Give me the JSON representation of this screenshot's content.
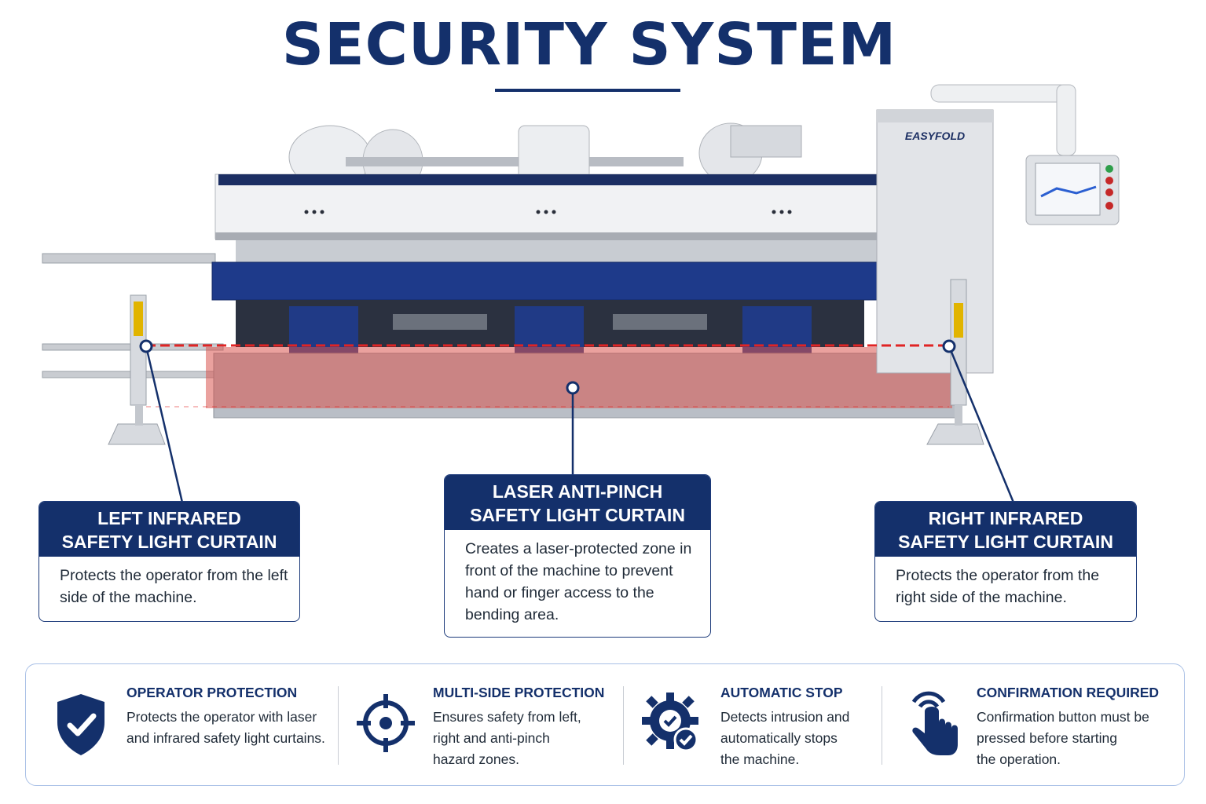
{
  "title": "SECURITY SYSTEM",
  "brand_label": "EASYFOLD",
  "colors": {
    "navy": "#14306b",
    "machine_blue": "#1e3a8a",
    "laser_red": "#e02424",
    "zone_red": "#d9534f",
    "border_light": "#a9c0e6"
  },
  "callouts": {
    "left": {
      "heading": "LEFT INFRARED\nSAFETY LIGHT CURTAIN",
      "body": "Protects the operator from the left side of the machine."
    },
    "center": {
      "heading": "LASER ANTI-PINCH\nSAFETY LIGHT CURTAIN",
      "body": "Creates a laser-protected zone in front of the machine to prevent hand or finger access to the bending area."
    },
    "right": {
      "heading": "RIGHT INFRARED\nSAFETY LIGHT CURTAIN",
      "body": "Protects the operator from the right side of the machine."
    }
  },
  "features": [
    {
      "icon": "shield-check-icon",
      "title": "OPERATOR PROTECTION",
      "desc": "Protects the operator with laser\nand infrared safety light curtains."
    },
    {
      "icon": "crosshair-target-icon",
      "title": "MULTI-SIDE PROTECTION",
      "desc": "Ensures safety from left,\nright and anti-pinch\nhazard zones."
    },
    {
      "icon": "gear-check-icon",
      "title": "AUTOMATIC STOP",
      "desc": "Detects intrusion and\nautomatically stops\nthe machine."
    },
    {
      "icon": "hand-press-icon",
      "title": "CONFIRMATION REQUIRED",
      "desc": "Confirmation button must be\npressed before starting\nthe operation."
    }
  ]
}
